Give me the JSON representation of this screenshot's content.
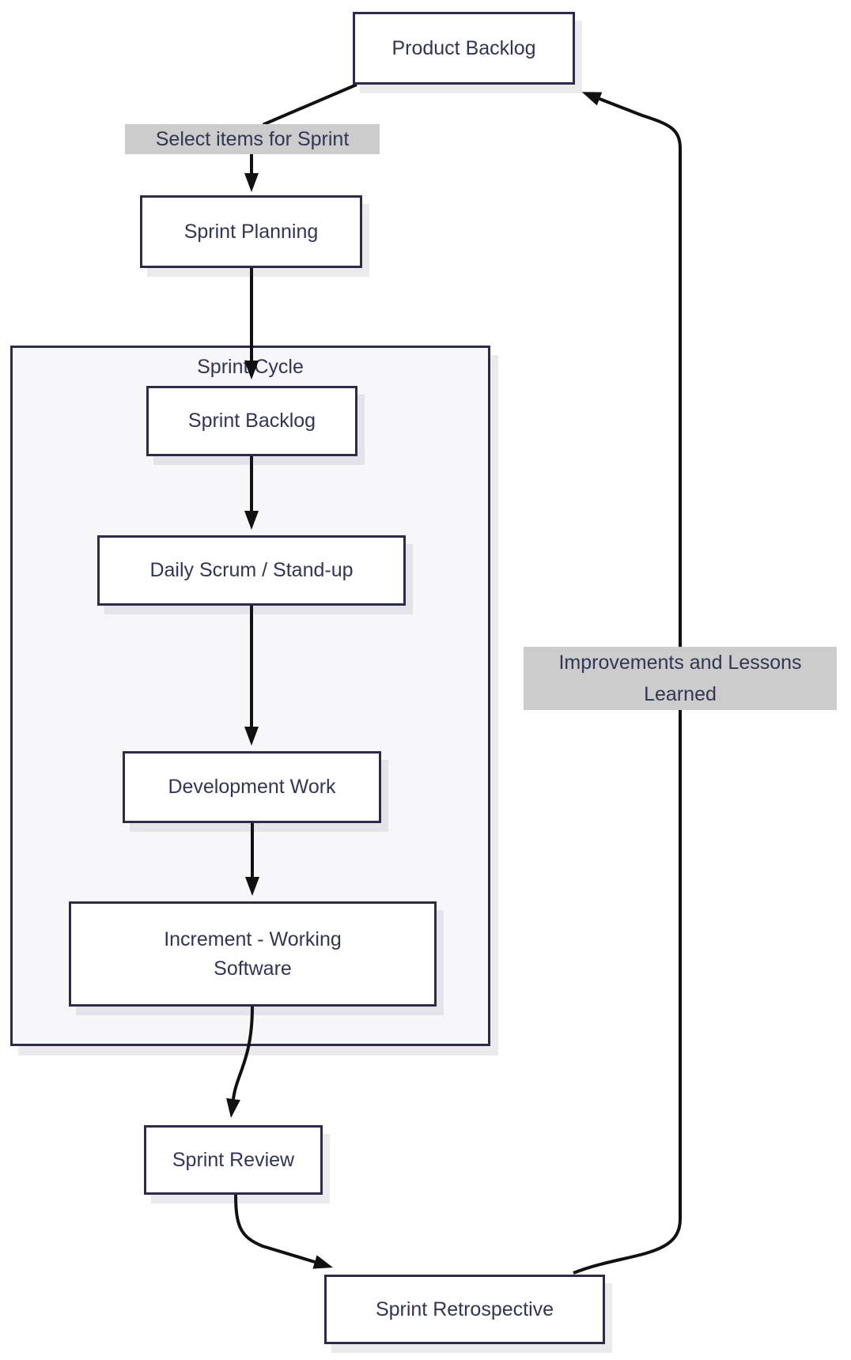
{
  "diagram_type": "flowchart",
  "subgraph": {
    "title": "Sprint Cycle"
  },
  "nodes": [
    {
      "id": "product-backlog",
      "label": "Product Backlog"
    },
    {
      "id": "sprint-planning",
      "label": "Sprint Planning"
    },
    {
      "id": "sprint-backlog",
      "label": "Sprint Backlog"
    },
    {
      "id": "daily-scrum",
      "label": "Daily Scrum / Stand-up"
    },
    {
      "id": "development-work",
      "label": "Development Work"
    },
    {
      "id": "increment",
      "label": "Increment - Working Software"
    },
    {
      "id": "sprint-review",
      "label": "Sprint Review"
    },
    {
      "id": "sprint-retrospective",
      "label": "Sprint Retrospective"
    }
  ],
  "edge_labels": [
    {
      "text": "Select items for Sprint"
    },
    {
      "text": "Improvements and Lessons Learned"
    }
  ],
  "edges": [
    {
      "from": "Product Backlog",
      "to": "Sprint Planning",
      "label": "Select items for Sprint"
    },
    {
      "from": "Sprint Planning",
      "to": "Sprint Backlog",
      "label": ""
    },
    {
      "from": "Sprint Backlog",
      "to": "Daily Scrum / Stand-up",
      "label": ""
    },
    {
      "from": "Daily Scrum / Stand-up",
      "to": "Development Work",
      "label": ""
    },
    {
      "from": "Development Work",
      "to": "Increment - Working Software",
      "label": ""
    },
    {
      "from": "Increment - Working Software",
      "to": "Sprint Review",
      "label": ""
    },
    {
      "from": "Sprint Review",
      "to": "Sprint Retrospective",
      "label": ""
    },
    {
      "from": "Sprint Retrospective",
      "to": "Product Backlog",
      "label": "Improvements and Lessons Learned"
    }
  ],
  "colors": {
    "page_bg": "#ffffff",
    "node_fill": "#ffffff",
    "node_border": "#2c2c4a",
    "node_text": "#343454",
    "edge_color": "#111111",
    "label_bg": "#cccccc",
    "subgraph_fill": "#f7f7fa",
    "shadow": "rgba(60,60,90,0.10)"
  }
}
